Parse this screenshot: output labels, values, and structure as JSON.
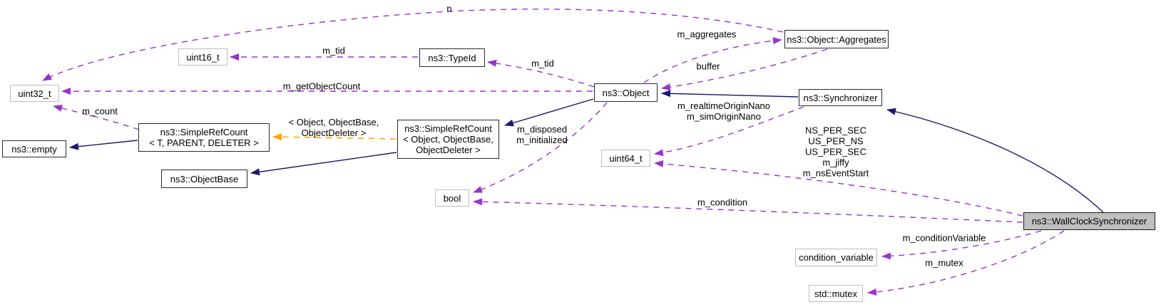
{
  "diagram": {
    "type": "class-collaboration-diagram",
    "focus_class": "ns3::WallClockSynchronizer",
    "colors": {
      "background": "#ffffff",
      "usage_edge": "#9a32cd",
      "inheritance_edge": "#191970",
      "template_edge": "#ffa500",
      "focus_fill": "#bfbfbf",
      "class_border": "#2a2a2a",
      "external_border": "#bdbdbd"
    },
    "nodes": {
      "uint16": {
        "label": "uint16_t"
      },
      "uint32": {
        "label": "uint32_t"
      },
      "empty": {
        "label": "ns3::empty"
      },
      "simplerefcount_generic": {
        "label": "ns3::SimpleRefCount\n< T, PARENT, DELETER >"
      },
      "objectbase": {
        "label": "ns3::ObjectBase"
      },
      "typeid": {
        "label": "ns3::TypeId"
      },
      "simplerefcount_object": {
        "label": "ns3::SimpleRefCount\n< Object, ObjectBase,\nObjectDeleter >"
      },
      "object": {
        "label": "ns3::Object"
      },
      "uint64": {
        "label": "uint64_t"
      },
      "bool": {
        "label": "bool"
      },
      "aggregates": {
        "label": "ns3::Object::Aggregates"
      },
      "synchronizer": {
        "label": "ns3::Synchronizer"
      },
      "wallclock": {
        "label": "ns3::WallClockSynchronizer"
      },
      "condition_variable": {
        "label": "condition_variable"
      },
      "mutex": {
        "label": "std::mutex"
      }
    },
    "edge_labels": {
      "n": "n",
      "m_tid_typeid": "m_tid",
      "m_getObjectCount": "m_getObjectCount",
      "m_count": "m_count",
      "template_args": "< Object, ObjectBase,\nObjectDeleter >",
      "m_tid_object": "m_tid",
      "m_aggregates": "m_aggregates",
      "buffer": "buffer",
      "m_disposed_initialized": "m_disposed\nm_initialized",
      "m_origin_nano": "m_realtimeOriginNano\nm_simOriginNano",
      "wallclock_uint64_members": "NS_PER_SEC\nUS_PER_NS\nUS_PER_SEC\nm_jiffy\nm_nsEventStart",
      "m_condition": "m_condition",
      "m_conditionVariable": "m_conditionVariable",
      "m_mutex": "m_mutex"
    },
    "relations": [
      {
        "from": "ns3::Object::Aggregates",
        "to": "uint32_t",
        "kind": "usage",
        "label": "n"
      },
      {
        "from": "ns3::TypeId",
        "to": "uint16_t",
        "kind": "usage",
        "label": "m_tid"
      },
      {
        "from": "ns3::Object",
        "to": "uint32_t",
        "kind": "usage",
        "label": "m_getObjectCount"
      },
      {
        "from": "ns3::SimpleRefCount< T, PARENT, DELETER >",
        "to": "uint32_t",
        "kind": "usage",
        "label": "m_count"
      },
      {
        "from": "ns3::SimpleRefCount< T, PARENT, DELETER >",
        "to": "ns3::empty",
        "kind": "inheritance",
        "label": ""
      },
      {
        "from": "ns3::SimpleRefCount< Object, ObjectBase, ObjectDeleter >",
        "to": "ns3::SimpleRefCount< T, PARENT, DELETER >",
        "kind": "template-instantiation",
        "label": "< Object, ObjectBase, ObjectDeleter >"
      },
      {
        "from": "ns3::SimpleRefCount< Object, ObjectBase, ObjectDeleter >",
        "to": "ns3::ObjectBase",
        "kind": "inheritance",
        "label": ""
      },
      {
        "from": "ns3::Object",
        "to": "ns3::SimpleRefCount< Object, ObjectBase, ObjectDeleter >",
        "kind": "inheritance",
        "label": ""
      },
      {
        "from": "ns3::Object",
        "to": "ns3::TypeId",
        "kind": "usage",
        "label": "m_tid"
      },
      {
        "from": "ns3::Object",
        "to": "ns3::Object::Aggregates",
        "kind": "usage",
        "label": "m_aggregates"
      },
      {
        "from": "ns3::Object::Aggregates",
        "to": "ns3::Object",
        "kind": "usage",
        "label": "buffer"
      },
      {
        "from": "ns3::Object",
        "to": "bool",
        "kind": "usage",
        "label": "m_disposed m_initialized"
      },
      {
        "from": "ns3::Synchronizer",
        "to": "ns3::Object",
        "kind": "inheritance",
        "label": ""
      },
      {
        "from": "ns3::Synchronizer",
        "to": "uint64_t",
        "kind": "usage",
        "label": "m_realtimeOriginNano m_simOriginNano"
      },
      {
        "from": "ns3::WallClockSynchronizer",
        "to": "ns3::Synchronizer",
        "kind": "inheritance",
        "label": ""
      },
      {
        "from": "ns3::WallClockSynchronizer",
        "to": "uint64_t",
        "kind": "usage",
        "label": "NS_PER_SEC US_PER_NS US_PER_SEC m_jiffy m_nsEventStart"
      },
      {
        "from": "ns3::WallClockSynchronizer",
        "to": "bool",
        "kind": "usage",
        "label": "m_condition"
      },
      {
        "from": "ns3::WallClockSynchronizer",
        "to": "condition_variable",
        "kind": "usage",
        "label": "m_conditionVariable"
      },
      {
        "from": "ns3::WallClockSynchronizer",
        "to": "std::mutex",
        "kind": "usage",
        "label": "m_mutex"
      }
    ]
  }
}
